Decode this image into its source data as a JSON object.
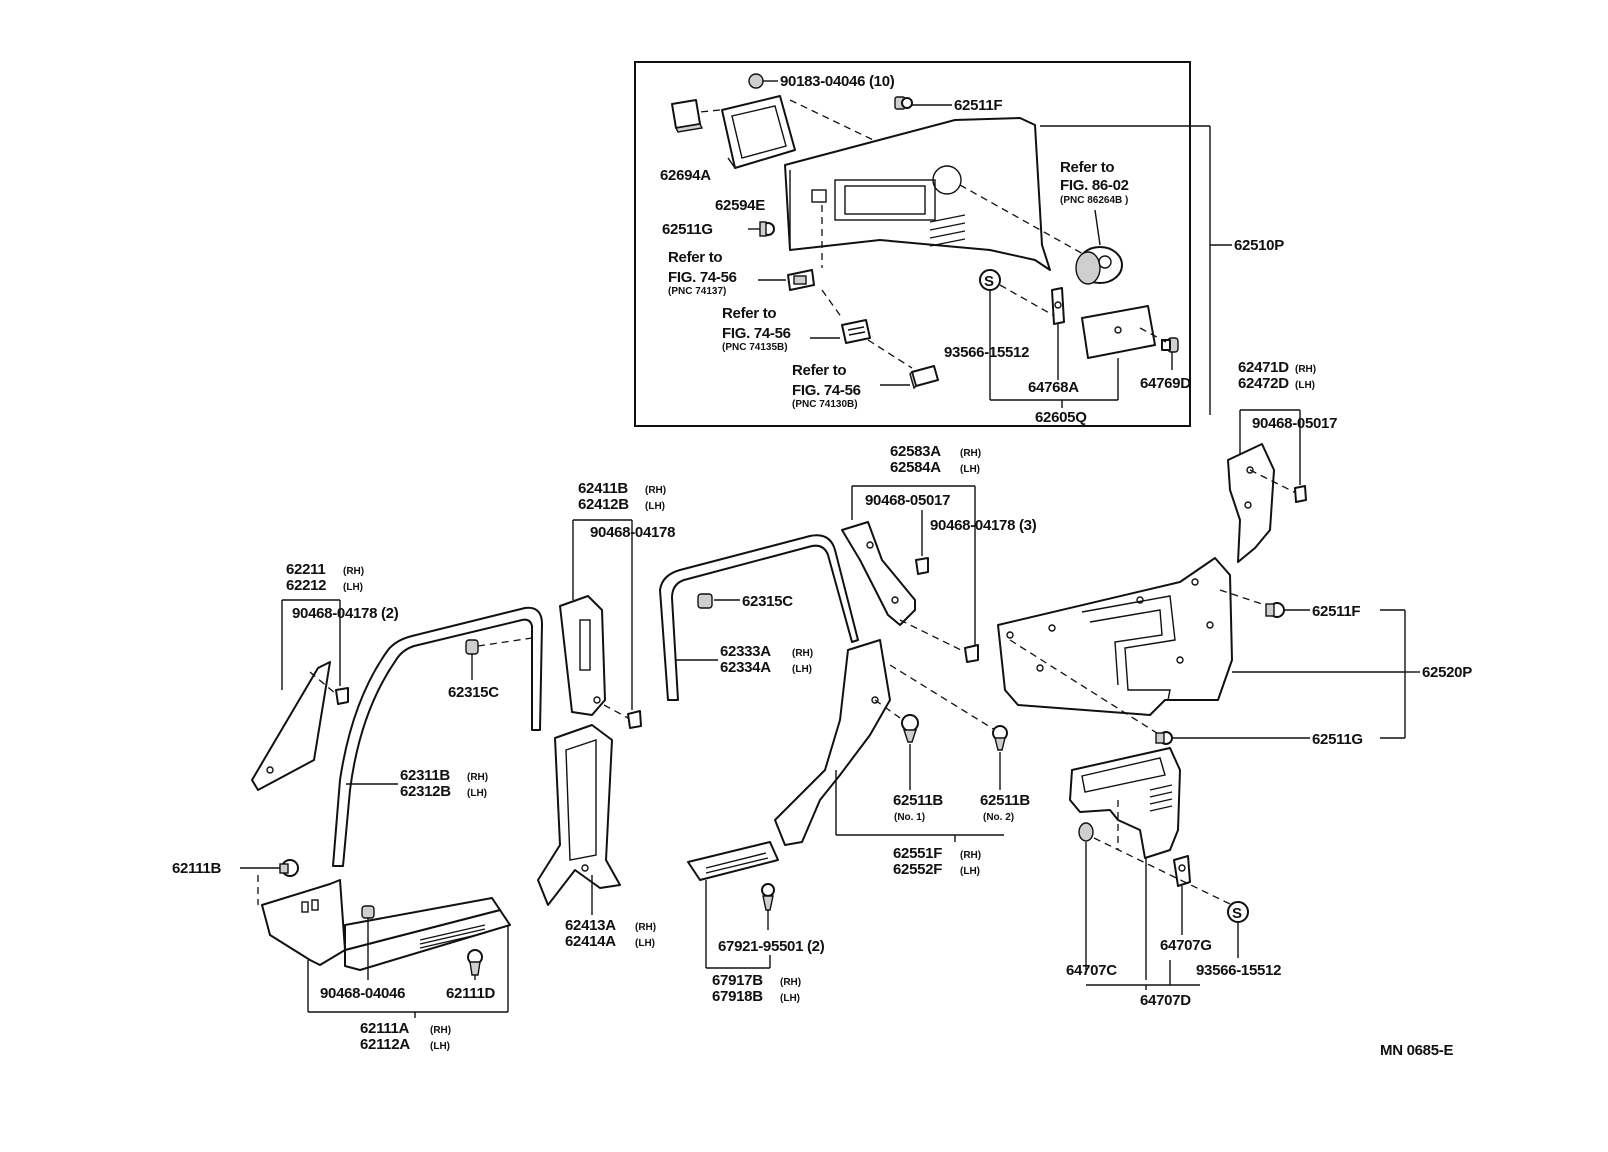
{
  "labels": {
    "l_90183": "90183-04046 (10)",
    "l_62511F_top": "62511F",
    "l_62694A": "62694A",
    "l_62594E": "62594E",
    "l_62511G_top": "62511G",
    "l_refer_86_1": "Refer to",
    "l_refer_86_2": "FIG. 86-02",
    "l_refer_86_3": "(PNC 86264B )",
    "l_62510P": "62510P",
    "l_refer_a1": "Refer to",
    "l_refer_a2": "FIG. 74-56",
    "l_refer_a3": "(PNC 74137)",
    "l_refer_b1": "Refer to",
    "l_refer_b2": "FIG. 74-56",
    "l_refer_b3": "(PNC 74135B)",
    "l_refer_c1": "Refer to",
    "l_refer_c2": "FIG. 74-56",
    "l_refer_c3": "(PNC 74130B)",
    "l_93566_top": "93566-15512",
    "l_64768A": "64768A",
    "l_64769D": "64769D",
    "l_62605Q": "62605Q",
    "l_62471D": "62471D",
    "l_62472D": "62472D",
    "l_90468_05017_r": "90468-05017",
    "l_62583A": "62583A",
    "l_62584A": "62584A",
    "l_90468_05017_m": "90468-05017",
    "l_90468_04178_3": "90468-04178 (3)",
    "l_62411B": "62411B",
    "l_62412B": "62412B",
    "l_90468_04178_m": "90468-04178",
    "l_62211": "62211",
    "l_62212": "62212",
    "l_90468_04178_2": "90468-04178 (2)",
    "l_62315C_a": "62315C",
    "l_62315C_b": "62315C",
    "l_62333A": "62333A",
    "l_62334A": "62334A",
    "l_62511F_r": "62511F",
    "l_62520P": "62520P",
    "l_62511G_r": "62511G",
    "l_62311B": "62311B",
    "l_62312B": "62312B",
    "l_62511B_1": "62511B",
    "l_no1": "(No. 1)",
    "l_62511B_2": "62511B",
    "l_no2": "(No. 2)",
    "l_62551F": "62551F",
    "l_62552F": "62552F",
    "l_62111B": "62111B",
    "l_62413A": "62413A",
    "l_62414A": "62414A",
    "l_67921": "67921-95501 (2)",
    "l_67917B": "67917B",
    "l_67918B": "67918B",
    "l_64707G": "64707G",
    "l_64707C": "64707C",
    "l_93566_bot": "93566-15512",
    "l_64707D": "64707D",
    "l_90468_04046": "90468-04046",
    "l_62111D": "62111D",
    "l_62111A": "62111A",
    "l_62112A": "62112A",
    "l_mn": "MN 0685-E",
    "rh": "(RH)",
    "lh": "(LH)",
    "s_mark": "S"
  }
}
